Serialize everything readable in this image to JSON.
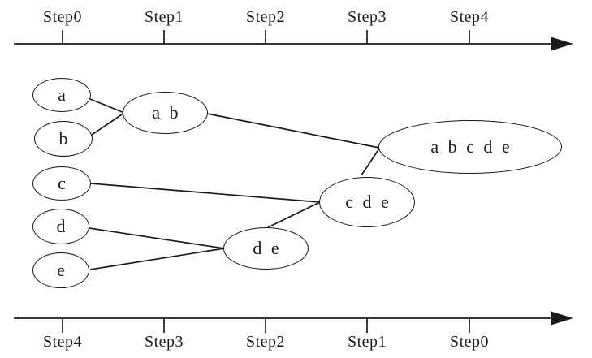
{
  "top_axis": {
    "direction": "left-to-right-arrow",
    "labels": [
      "Step0",
      "Step1",
      "Step2",
      "Step3",
      "Step4"
    ]
  },
  "bottom_axis": {
    "direction": "left-to-right-arrow",
    "labels": [
      "Step4",
      "Step3",
      "Step2",
      "Step1",
      "Step0"
    ]
  },
  "nodes": {
    "a": {
      "label": "a"
    },
    "b": {
      "label": "b"
    },
    "c": {
      "label": "c"
    },
    "d": {
      "label": "d"
    },
    "e": {
      "label": "e"
    },
    "ab": {
      "label": "a b"
    },
    "de": {
      "label": "d e"
    },
    "cde": {
      "label": "c d e"
    },
    "abcde": {
      "label": "a b c d e"
    }
  },
  "edges": [
    "a → a b",
    "b → a b",
    "a b → a b c d e",
    "c → c d e",
    "d → d e",
    "e → d e",
    "d e → c d e",
    "c d e → a b c d e"
  ],
  "colors": {
    "line": "#1a1a1a",
    "background": "#ffffff"
  }
}
